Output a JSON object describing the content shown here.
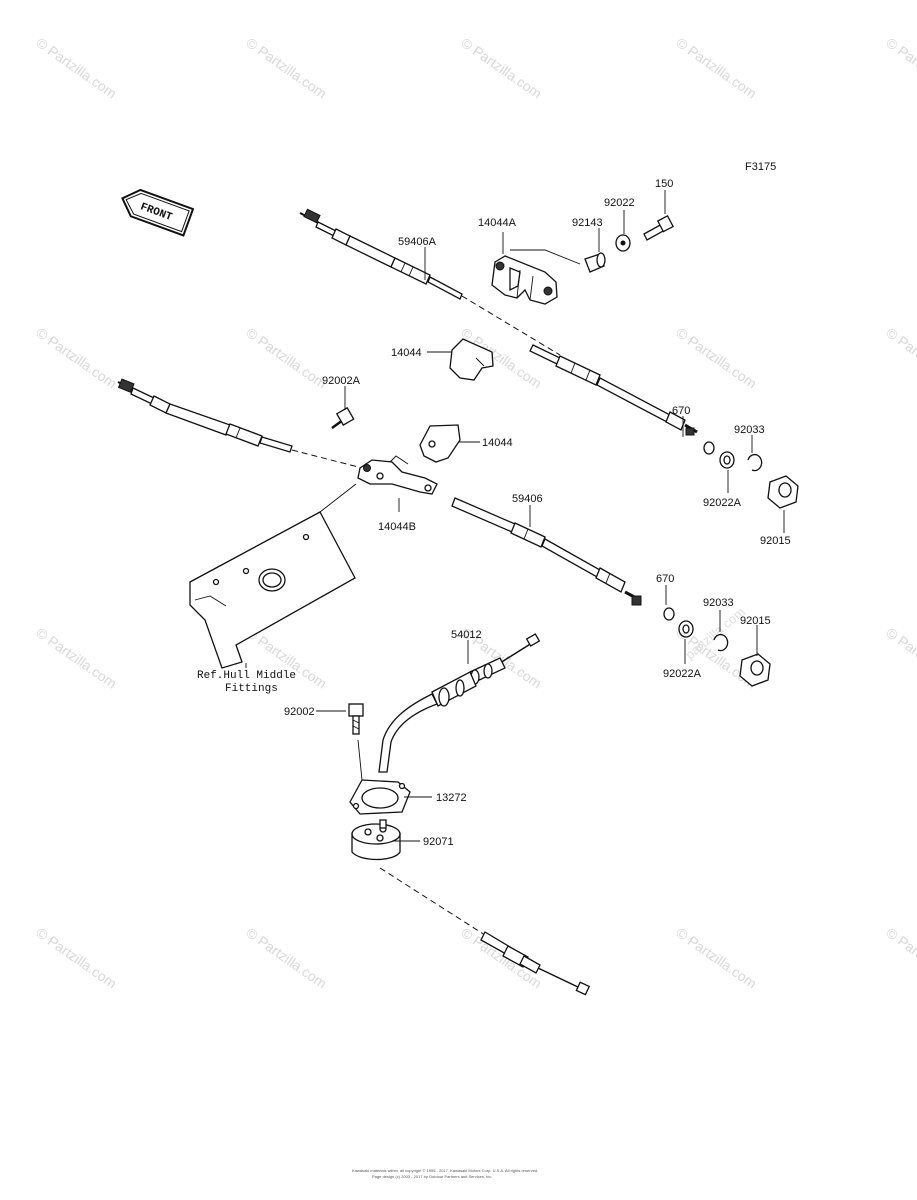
{
  "figure_code": "F3175",
  "front_arrow_label": "FRONT",
  "watermark": "© Partzilla.com",
  "watermark_stamp": "partzilla.com",
  "footer_lines": [
    "Kawasaki materials within, all copyright © 1995 - 2017, Kawasaki Motors Corp. U.S.A. All rights reserved.",
    "Page design (c) 2003 - 2017 by Outdoor Partners and Services, Inc."
  ],
  "reference_note": [
    "Ref.Hull Middle",
    "Fittings"
  ],
  "labels": {
    "p150": "150",
    "p92022_top": "92022",
    "p14044A": "14044A",
    "p92143": "92143",
    "p59406A": "59406A",
    "p14044_upper": "14044",
    "p92002A": "92002A",
    "p14044_mid": "14044",
    "p670_upper": "670",
    "p92033_upper": "92033",
    "p92022A_upper": "92022A",
    "p92015_upper": "92015",
    "p14044B": "14044B",
    "p59406": "59406",
    "p670_lower": "670",
    "p92033_lower": "92033",
    "p92015_lower": "92015",
    "p92022A_lower": "92022A",
    "p54012": "54012",
    "p92002": "92002",
    "p13272": "13272",
    "p92071": "92071"
  },
  "colors": {
    "line": "#111111",
    "watermark": "#d9d9d9",
    "background": "#ffffff"
  }
}
